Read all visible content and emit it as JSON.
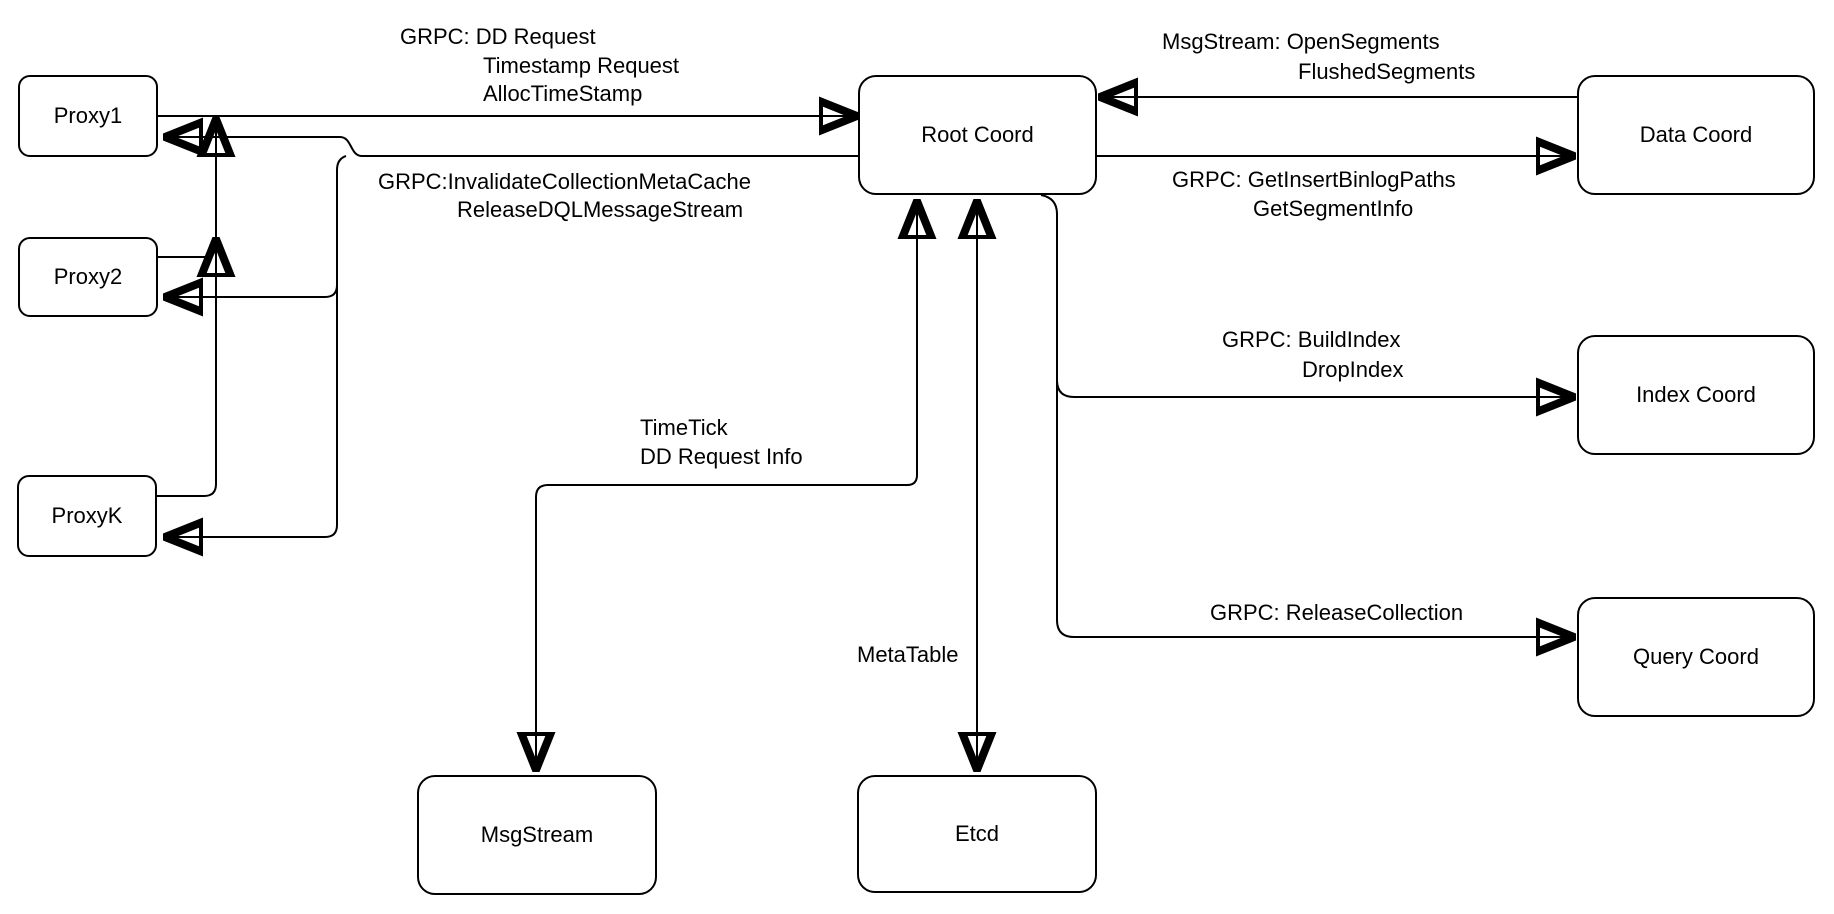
{
  "diagram": {
    "background_color": "#ffffff",
    "stroke_color": "#000000",
    "node_fill_color": "#ffffff",
    "nodes": {
      "proxy1": "Proxy1",
      "proxy2": "Proxy2",
      "proxyk": "ProxyK",
      "root_coord": "Root Coord",
      "data_coord": "Data Coord",
      "index_coord": "Index Coord",
      "query_coord": "Query Coord",
      "msgstream": "MsgStream",
      "etcd": "Etcd"
    },
    "edge_labels": {
      "proxy_to_root": [
        "GRPC: DD Request",
        "Timestamp Request",
        "AllocTimeStamp"
      ],
      "root_to_proxy": [
        "GRPC:InvalidateCollectionMetaCache",
        "ReleaseDQLMessageStream"
      ],
      "data_to_root": [
        "MsgStream: OpenSegments",
        "FlushedSegments"
      ],
      "root_to_data": [
        "GRPC: GetInsertBinlogPaths",
        "GetSegmentInfo"
      ],
      "root_to_index": [
        "GRPC: BuildIndex",
        "DropIndex"
      ],
      "root_to_msgstream": [
        "TimeTick",
        "DD Request Info"
      ],
      "root_to_etcd": [
        "MetaTable"
      ],
      "root_to_query": [
        "GRPC: ReleaseCollection"
      ]
    },
    "edges": [
      {
        "from": "Proxy1",
        "to": "Root Coord",
        "arrow": "single",
        "label_key": "proxy_to_root"
      },
      {
        "from": "Proxy2",
        "to": "Root Coord",
        "arrow": "single",
        "label_key": "proxy_to_root"
      },
      {
        "from": "ProxyK",
        "to": "Root Coord",
        "arrow": "single",
        "label_key": "proxy_to_root"
      },
      {
        "from": "Root Coord",
        "to": "Proxy1",
        "arrow": "single",
        "label_key": "root_to_proxy"
      },
      {
        "from": "Root Coord",
        "to": "Proxy2",
        "arrow": "single",
        "label_key": "root_to_proxy"
      },
      {
        "from": "Root Coord",
        "to": "ProxyK",
        "arrow": "single",
        "label_key": "root_to_proxy"
      },
      {
        "from": "Data Coord",
        "to": "Root Coord",
        "arrow": "single",
        "label_key": "data_to_root"
      },
      {
        "from": "Root Coord",
        "to": "Data Coord",
        "arrow": "single",
        "label_key": "root_to_data"
      },
      {
        "from": "Root Coord",
        "to": "Index Coord",
        "arrow": "single",
        "label_key": "root_to_index"
      },
      {
        "from": "Root Coord",
        "to": "Query Coord",
        "arrow": "single",
        "label_key": "root_to_query"
      },
      {
        "from": "Root Coord",
        "to": "MsgStream",
        "arrow": "double",
        "label_key": "root_to_msgstream"
      },
      {
        "from": "Root Coord",
        "to": "Etcd",
        "arrow": "double",
        "label_key": "root_to_etcd"
      }
    ]
  }
}
